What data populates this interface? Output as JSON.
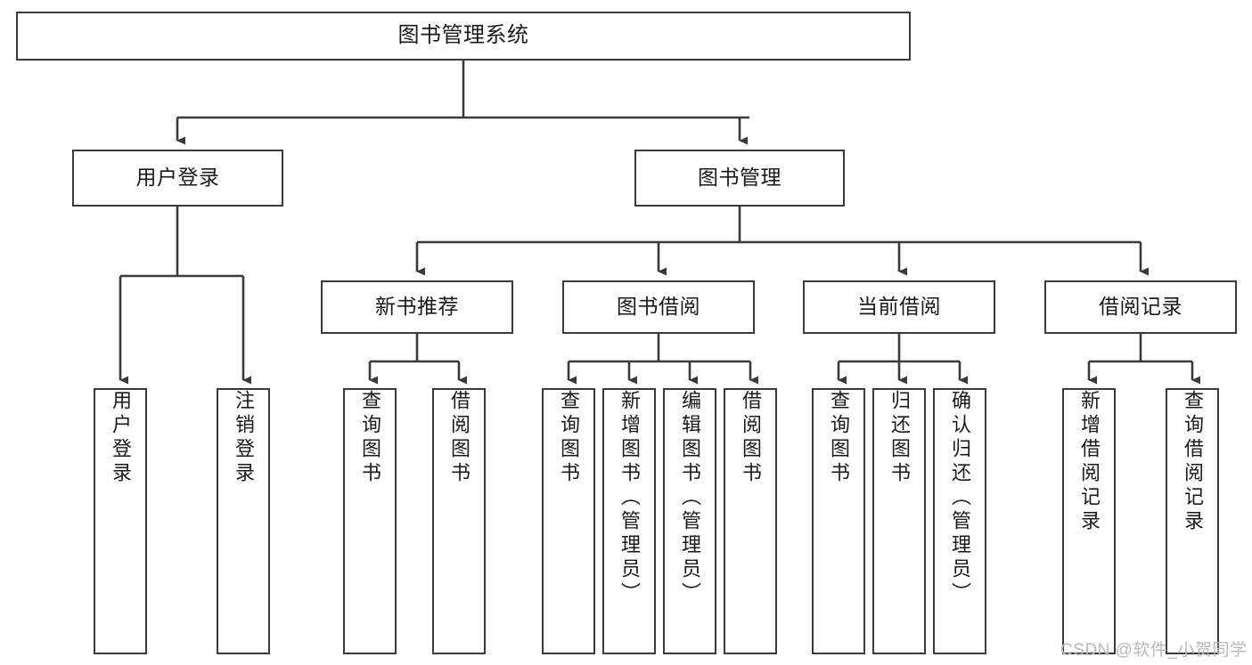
{
  "diagram": {
    "title": "图书管理系统",
    "type": "tree-hierarchy",
    "watermark": "CSDN @软件_小贺同学",
    "colors": {
      "box_border": "#3a3a3a",
      "box_fill": "#ffffff",
      "edge": "#3a3a3a",
      "text": "#1a1a1a",
      "watermark": "#b9b9b9",
      "background": "#ffffff"
    },
    "nodes": {
      "root": {
        "label": "图书管理系统"
      },
      "level2": [
        {
          "id": "user-login",
          "label": "用户登录"
        },
        {
          "id": "book-management",
          "label": "图书管理"
        }
      ],
      "level3": [
        {
          "id": "new-book-recommend",
          "label": "新书推荐"
        },
        {
          "id": "book-borrow",
          "label": "图书借阅"
        },
        {
          "id": "current-borrow",
          "label": "当前借阅"
        },
        {
          "id": "borrow-record",
          "label": "借阅记录"
        }
      ],
      "leaves": {
        "user-login": [
          {
            "id": "leaf-user-login",
            "label": "用户登录"
          },
          {
            "id": "leaf-logout-login",
            "label": "注销登录"
          }
        ],
        "new-book-recommend": [
          {
            "id": "leaf-query-book-1",
            "label": "查询图书"
          },
          {
            "id": "leaf-borrow-book-1",
            "label": "借阅图书"
          }
        ],
        "book-borrow": [
          {
            "id": "leaf-query-book-2",
            "label": "查询图书"
          },
          {
            "id": "leaf-add-book",
            "label": "新增图书（管理员）"
          },
          {
            "id": "leaf-edit-book",
            "label": "编辑图书（管理员）"
          },
          {
            "id": "leaf-borrow-book-2",
            "label": "借阅图书"
          }
        ],
        "current-borrow": [
          {
            "id": "leaf-query-book-3",
            "label": "查询图书"
          },
          {
            "id": "leaf-return-book",
            "label": "归还图书"
          },
          {
            "id": "leaf-confirm-return",
            "label": "确认归还（管理员）"
          }
        ],
        "borrow-record": [
          {
            "id": "leaf-add-record",
            "label": "新增借阅记录"
          },
          {
            "id": "leaf-query-record",
            "label": "查询借阅记录"
          }
        ]
      }
    }
  }
}
